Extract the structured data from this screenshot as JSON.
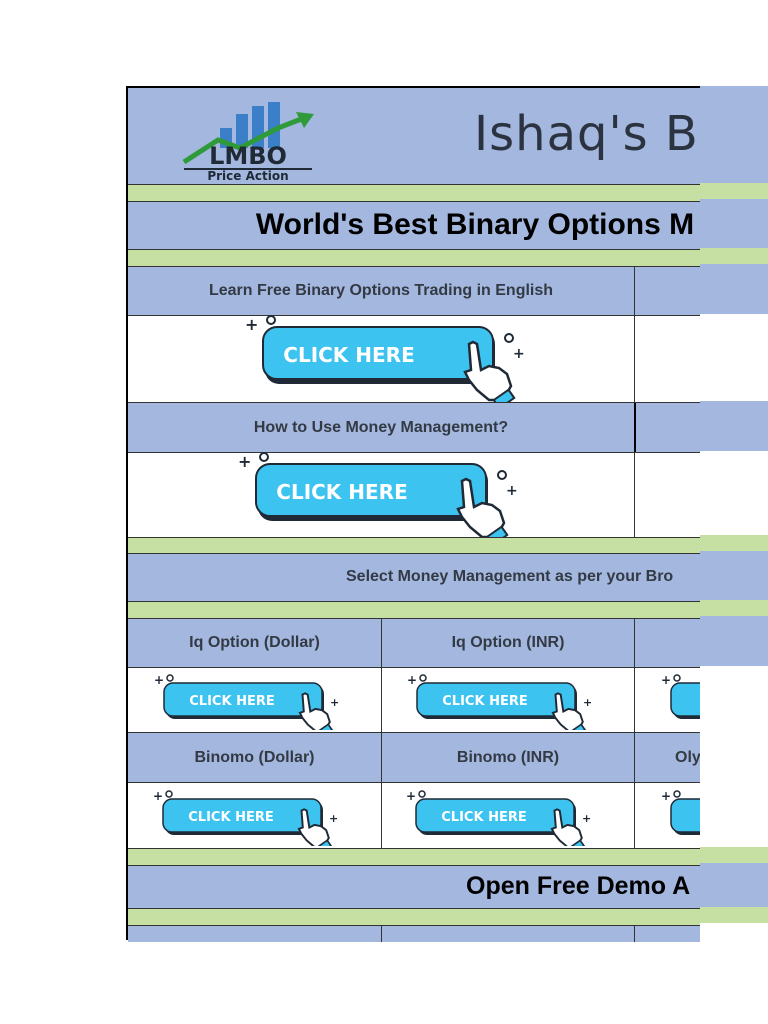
{
  "header": {
    "logo_main": "LMBO",
    "logo_sub": "Price Action",
    "title": "Ishaq's B"
  },
  "subtitle": "World's Best Binary Options M",
  "sections": {
    "learn_label": "Learn Free Binary Options Trading in English",
    "money_label": "How to Use Money Management?",
    "select_label": "Select Money Management as per your Bro",
    "demo_label": "Open Free Demo A"
  },
  "brokers": {
    "row1": [
      "Iq Option (Dollar)",
      "Iq Option (INR)"
    ],
    "row2": [
      "Binomo (Dollar)",
      "Binomo (INR)",
      "Oly"
    ]
  },
  "cta_label": "CLICK HERE",
  "colors": {
    "blue_band": "#a3b7df",
    "green_band": "#c6e0a4",
    "button": "#3cc3f0"
  },
  "icons": {
    "pointer": "hand-pointer-icon",
    "logo": "chart-arrow-logo"
  }
}
